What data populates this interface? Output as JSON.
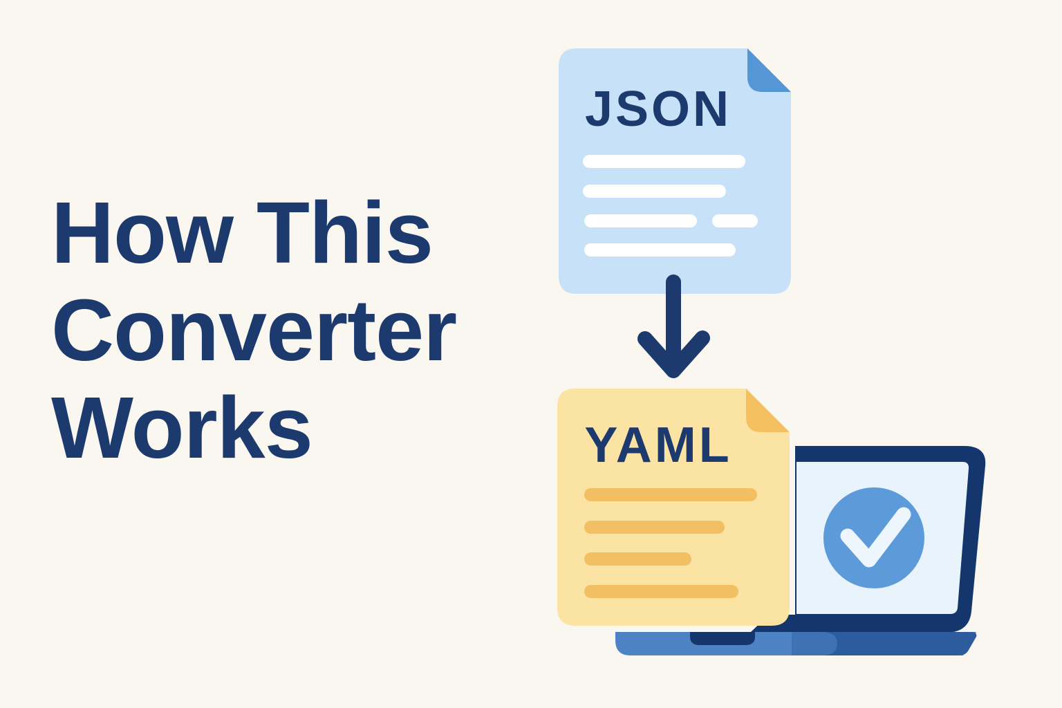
{
  "title": "How This\nConverter\nWorks",
  "diagram": {
    "source_doc": {
      "label": "JSON",
      "line_count": 4
    },
    "target_doc": {
      "label": "YAML",
      "line_count": 4
    },
    "arrow_direction": "down",
    "result": "checkmark-on-laptop"
  },
  "colors": {
    "bg": "#faf7f0",
    "navy": "#1d3a6e",
    "jsonCard": "#c6e1f8",
    "jsonFold": "#5596d6",
    "white": "#ffffff",
    "yamlCard": "#fbe3a4",
    "yamlFold": "#f5c160",
    "yamlLine": "#f2c063",
    "frame": "#14366c",
    "screen": "#e9f3fb",
    "circle": "#5c9ad9",
    "check": "#edf6fc",
    "baseLight": "#4d82c4",
    "baseMid": "#3e72b3",
    "baseDark": "#2d5c9e"
  }
}
